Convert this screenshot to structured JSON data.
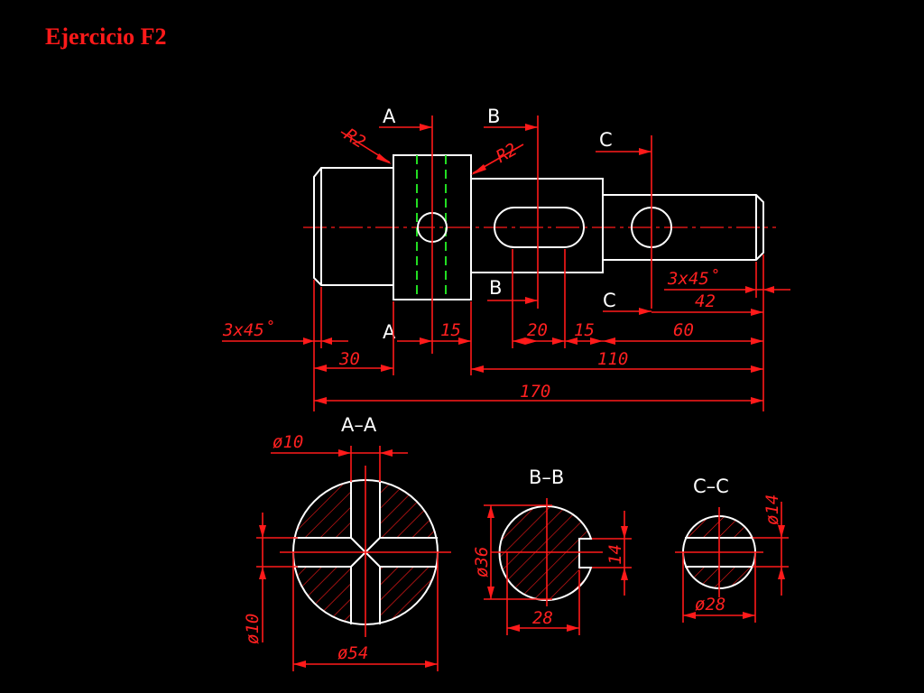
{
  "title": "Ejercicio F2",
  "sections": {
    "a_top": "A",
    "a_bottom": "A",
    "b_top": "B",
    "b_bottom": "B",
    "c_top": "C",
    "c_bottom": "C",
    "aa": "A–A",
    "bb": "B–B",
    "cc": "C–C"
  },
  "dimensions": {
    "r2_left": "R2",
    "r2_right": "R2",
    "chamfer_left": "3x45˚",
    "chamfer_right": "3x45˚",
    "d30": "30",
    "d15a": "15",
    "d20": "20",
    "d15b": "15",
    "d60": "60",
    "d42": "42",
    "d110": "110",
    "d170": "170",
    "dia10_top": "ø10",
    "dia10_side": "ø10",
    "dia54": "ø54",
    "dia36": "ø36",
    "d28": "28",
    "d14": "14",
    "dia14": "ø14",
    "dia28": "ø28"
  }
}
